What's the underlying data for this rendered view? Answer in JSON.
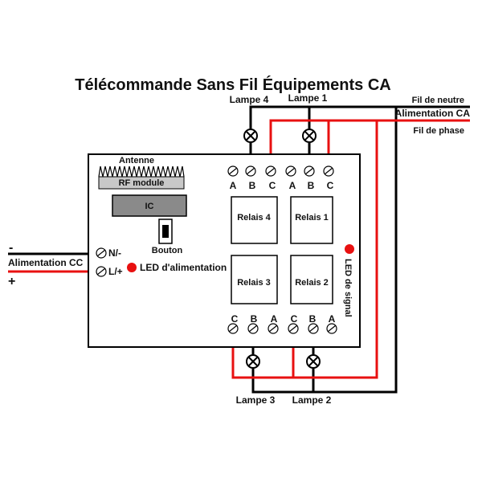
{
  "title": "Télécommande Sans Fil Équipements CA",
  "ac_side": {
    "neutral_label": "Fil de neutre",
    "supply_label": "Alimentation CA",
    "phase_label": "Fil de phase"
  },
  "dc_side": {
    "supply_label": "Alimentation CC",
    "minus_sign": "-",
    "plus_sign": "+",
    "terminal_neg": "N/-",
    "terminal_pos": "L/+"
  },
  "module": {
    "antenna_label": "Antenne",
    "rf_label": "RF module",
    "ic_label": "IC",
    "button_label": "Bouton",
    "power_led_label": "LED d'alimentation",
    "signal_led_label": "LED de signal"
  },
  "relays": {
    "relay1": "Relais 1",
    "relay2": "Relais 2",
    "relay3": "Relais 3",
    "relay4": "Relais 4"
  },
  "terminals": {
    "top": [
      "A",
      "B",
      "C",
      "A",
      "B",
      "C"
    ],
    "bottom": [
      "C",
      "B",
      "A",
      "C",
      "B",
      "A"
    ]
  },
  "lamps": {
    "lamp1": "Lampe 1",
    "lamp2": "Lampe 2",
    "lamp3": "Lampe 3",
    "lamp4": "Lampe 4"
  },
  "colors": {
    "neutral_wire": "#000000",
    "phase_wire": "#e81010",
    "led": "#e81010",
    "module_fill": "#c8c8c8"
  }
}
